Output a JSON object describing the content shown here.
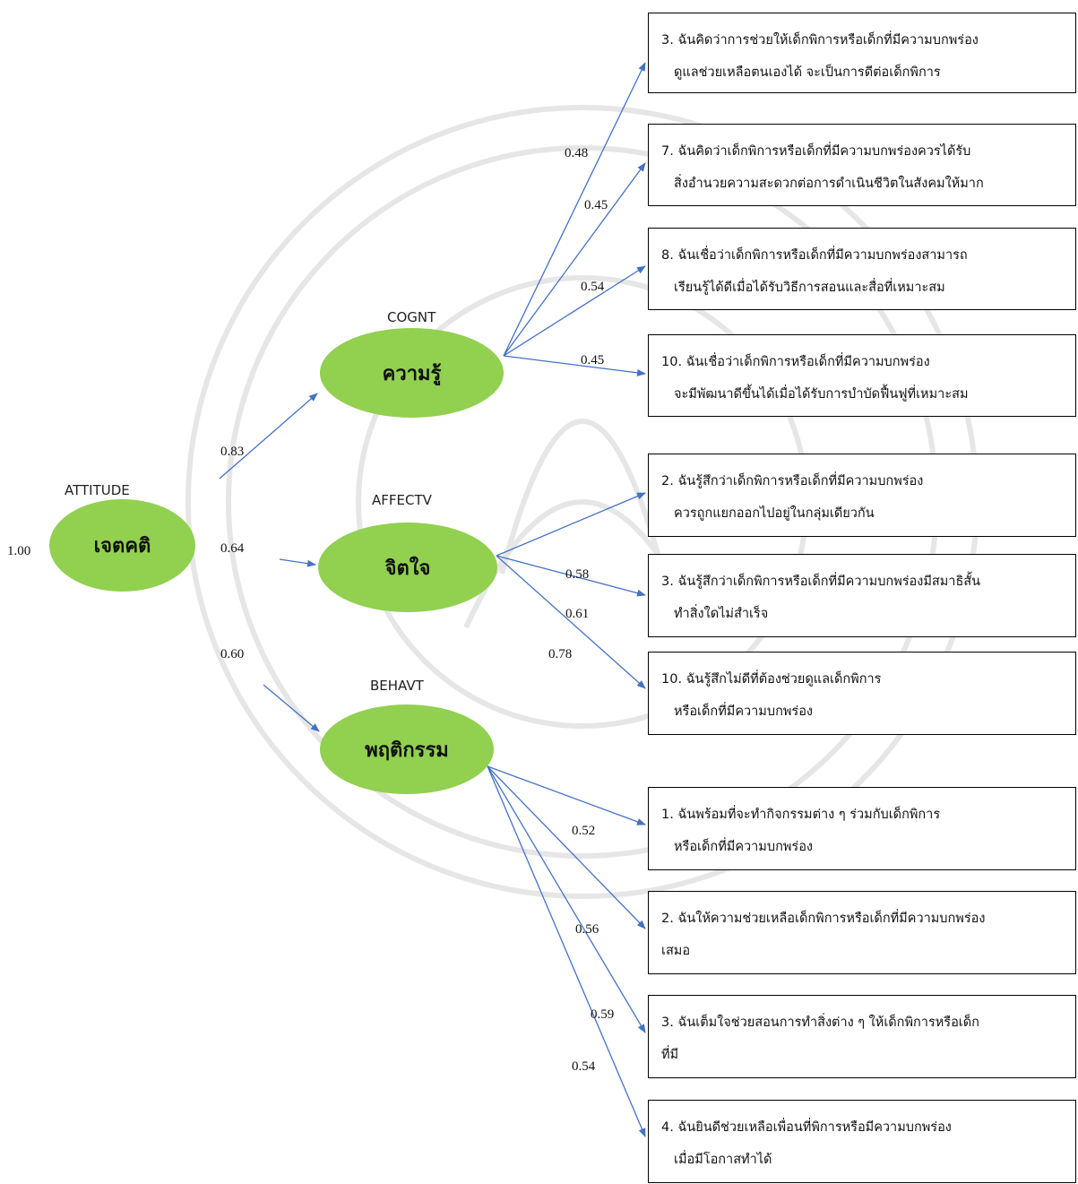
{
  "colors": {
    "node_fill": "#92d050",
    "arrow": "#4472c4",
    "watermark": "#e2e2e2",
    "border": "#000000"
  },
  "latent": {
    "attitude": {
      "tag": "ATTITUDE",
      "label": "เจตคติ",
      "variance": "1.00"
    },
    "cognt": {
      "tag": "COGNT",
      "label": "ความรู้"
    },
    "affectv": {
      "tag": "AFFECTV",
      "label": "จิตใจ"
    },
    "behavt": {
      "tag": "BEHAVT",
      "label": "พฤติกรรม"
    }
  },
  "paths": {
    "to_cognt": "0.83",
    "to_affectv": "0.64",
    "to_behavt": "0.60"
  },
  "loadings": {
    "cognt": [
      "0.48",
      "0.45",
      "0.54",
      "0.45"
    ],
    "affectv": [
      "0.58",
      "0.61",
      "0.78"
    ],
    "behavt": [
      "0.52",
      "0.56",
      "0.59",
      "0.54"
    ]
  },
  "items": {
    "cognt": [
      {
        "line1": "3. ฉันคิดว่าการช่วยให้เด็กพิการหรือเด็กที่มีความบกพร่อง",
        "line2": "ดูแลช่วยเหลือตนเองได้ จะเป็นการดีต่อเด็กพิการ"
      },
      {
        "line1": "7. ฉันคิดว่าเด็กพิการหรือเด็กที่มีความบกพร่องควรได้รับ",
        "line2": "สิ่งอำนวยความสะดวกต่อการดำเนินชีวิตในสังคมให้มาก"
      },
      {
        "line1": "8. ฉันเชื่อว่าเด็กพิการหรือเด็กที่มีความบกพร่องสามารถ",
        "line2": "เรียนรู้ได้ดีเมื่อได้รับวิธีการสอนและสื่อที่เหมาะสม"
      },
      {
        "line1": "10. ฉันเชื่อว่าเด็กพิการหรือเด็กที่มีความบกพร่อง",
        "line2": "จะมีพัฒนาดีขึ้นได้เมื่อได้รับการบำบัดฟื้นฟูที่เหมาะสม"
      }
    ],
    "affectv": [
      {
        "line1": "2. ฉันรู้สึกว่าเด็กพิการหรือเด็กที่มีความบกพร่อง",
        "line2": "ควรถูกแยกออกไปอยู่ในกลุ่มเดียวกัน"
      },
      {
        "line1": "3. ฉันรู้สึกว่าเด็กพิการหรือเด็กที่มีความบกพร่องมีสมาธิสั้น",
        "line2": "ทำสิ่งใดไม่สำเร็จ"
      },
      {
        "line1": "10. ฉันรู้สึกไม่ดีที่ต้องช่วยดูแลเด็กพิการ",
        "line2": "หรือเด็กที่มีความบกพร่อง"
      }
    ],
    "behavt": [
      {
        "line1": "1. ฉันพร้อมที่จะทำกิจกรรมต่าง ๆ ร่วมกับเด็กพิการ",
        "line2": "หรือเด็กที่มีความบกพร่อง"
      },
      {
        "line1": "2. ฉันให้ความช่วยเหลือเด็กพิการหรือเด็กที่มีความบกพร่อง",
        "line2": "เสมอ"
      },
      {
        "line1": "3.  ฉันเต็มใจช่วยสอนการทำสิ่งต่าง ๆ ให้เด็กพิการหรือเด็ก",
        "line2": "ที่มี"
      },
      {
        "line1": "4. ฉันยินดีช่วยเหลือเพื่อนที่พิการหรือมีความบกพร่อง",
        "line2": "เมื่อมีโอกาสทำได้"
      }
    ]
  }
}
